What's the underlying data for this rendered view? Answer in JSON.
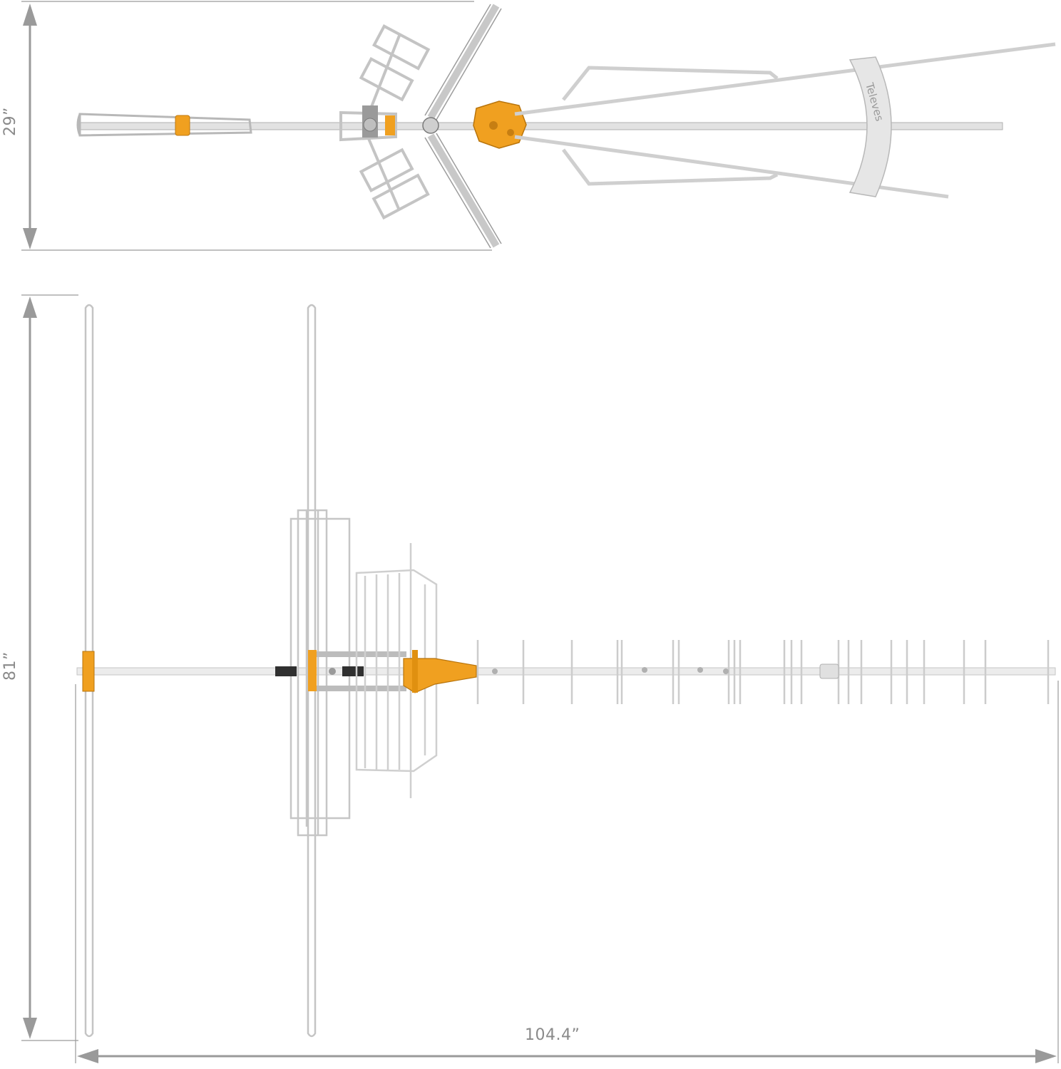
{
  "dimensions": {
    "top_view_height": "29”",
    "side_view_height": "81”",
    "overall_length": "104.4”"
  },
  "brand_text": "Televes",
  "colors": {
    "background": "#ffffff",
    "aluminium": "#d6d6d6",
    "aluminium_edge": "#a9a9a9",
    "accent_orange": "#f0a020",
    "dimension_line": "#9a9a9a"
  }
}
